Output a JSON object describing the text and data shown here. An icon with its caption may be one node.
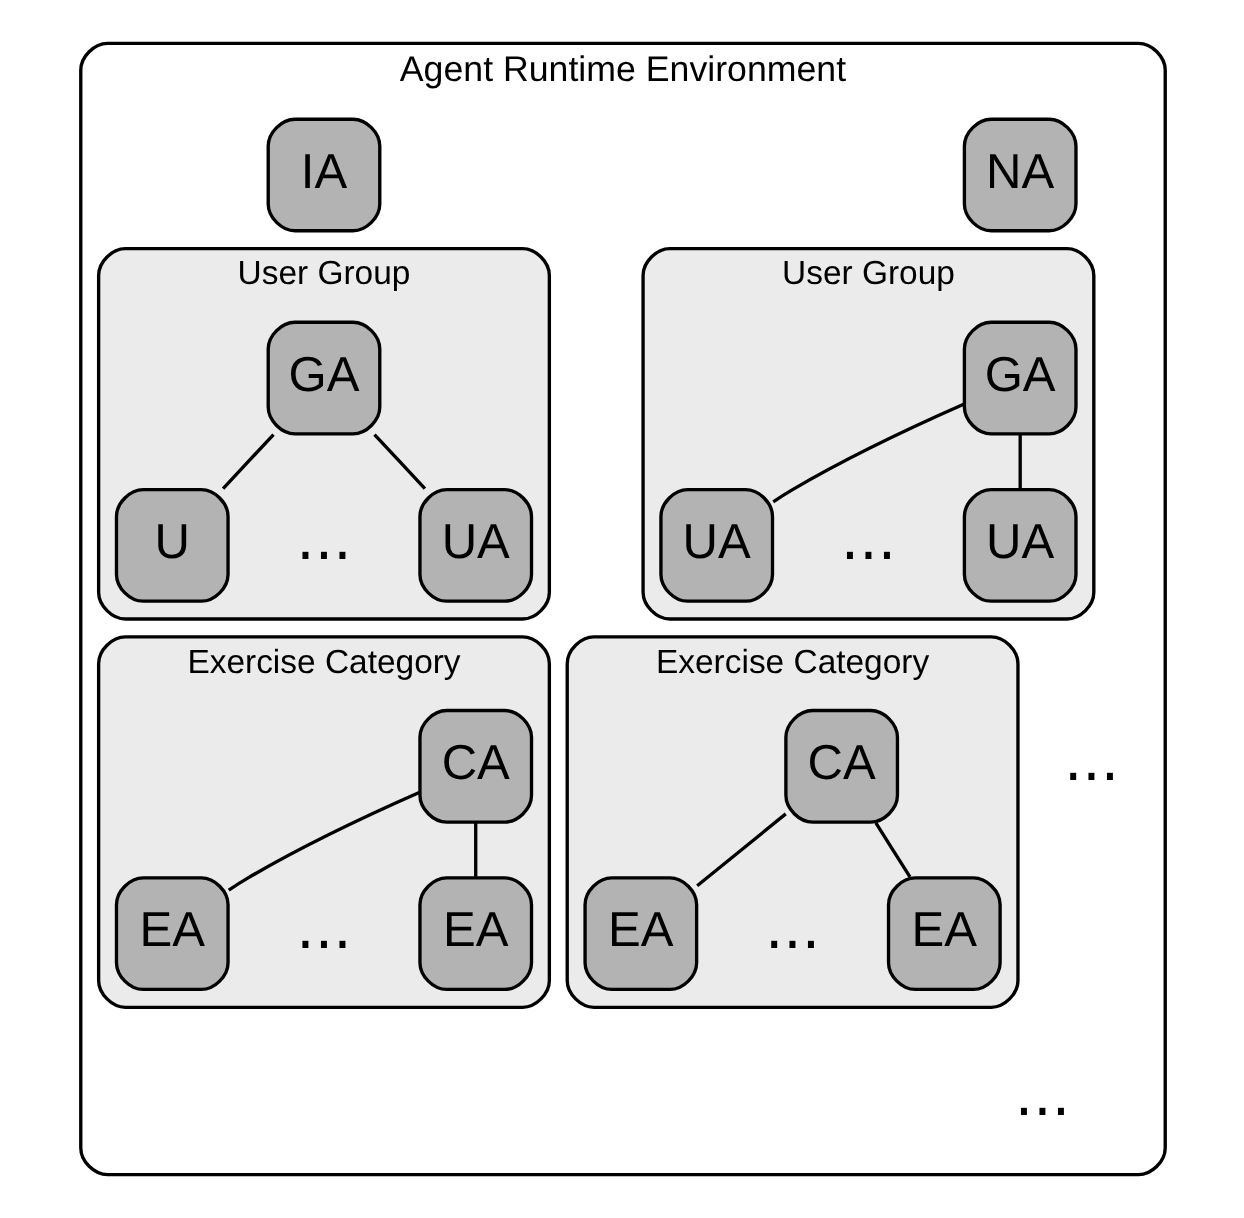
{
  "diagram": {
    "nodes": [
      {
        "text": [
          "Agent Runtime Environment"
        ]
      },
      {
        "text": [
          "NA"
        ],
        "in": 0
      },
      {
        "text": [
          "IA"
        ],
        "in": 0
      },
      {
        "text": [
          "User Group"
        ],
        "in": 0
      },
      {
        "text": [
          "GA"
        ],
        "in": 3
      },
      {
        "text": [
          "UA"
        ],
        "in": 3
      },
      {
        "text": [
          "UA"
        ],
        "in": 3
      },
      {
        "text": [
          "User Group"
        ],
        "in": 0
      },
      {
        "text": [
          "GA"
        ],
        "in": 7
      },
      {
        "text": [
          "U"
        ],
        "in": 7
      },
      {
        "text": [
          "UA"
        ],
        "in": 7
      },
      {
        "text": [
          "Exercise Category"
        ],
        "in": 0
      },
      {
        "text": [
          "CA"
        ],
        "in": 11
      },
      {
        "text": [
          "EA"
        ],
        "in": 11
      },
      {
        "text": [
          "EA"
        ],
        "in": 11
      },
      {
        "text": [
          "Exercise Category"
        ],
        "in": 0
      },
      {
        "text": [
          "CA"
        ],
        "in": 15
      },
      {
        "text": [
          "EA"
        ],
        "in": 15
      },
      {
        "text": [
          "EA"
        ],
        "in": 15
      }
    ],
    "edges": [
      {
        "from": 4,
        "to": 5,
        "arrow": "none"
      },
      {
        "from": 4,
        "to": 6,
        "arrow": "none"
      },
      {
        "from": 8,
        "to": 9,
        "arrow": "none"
      },
      {
        "from": 8,
        "to": 10,
        "arrow": "none"
      },
      {
        "from": 12,
        "to": 13,
        "arrow": "none"
      },
      {
        "from": 12,
        "to": 14,
        "arrow": "none"
      },
      {
        "from": 16,
        "to": 17,
        "arrow": "none"
      },
      {
        "from": 16,
        "to": 18,
        "arrow": "none"
      }
    ],
    "labels": [
      "...",
      "...",
      "...",
      "...",
      "...",
      "..."
    ]
  }
}
